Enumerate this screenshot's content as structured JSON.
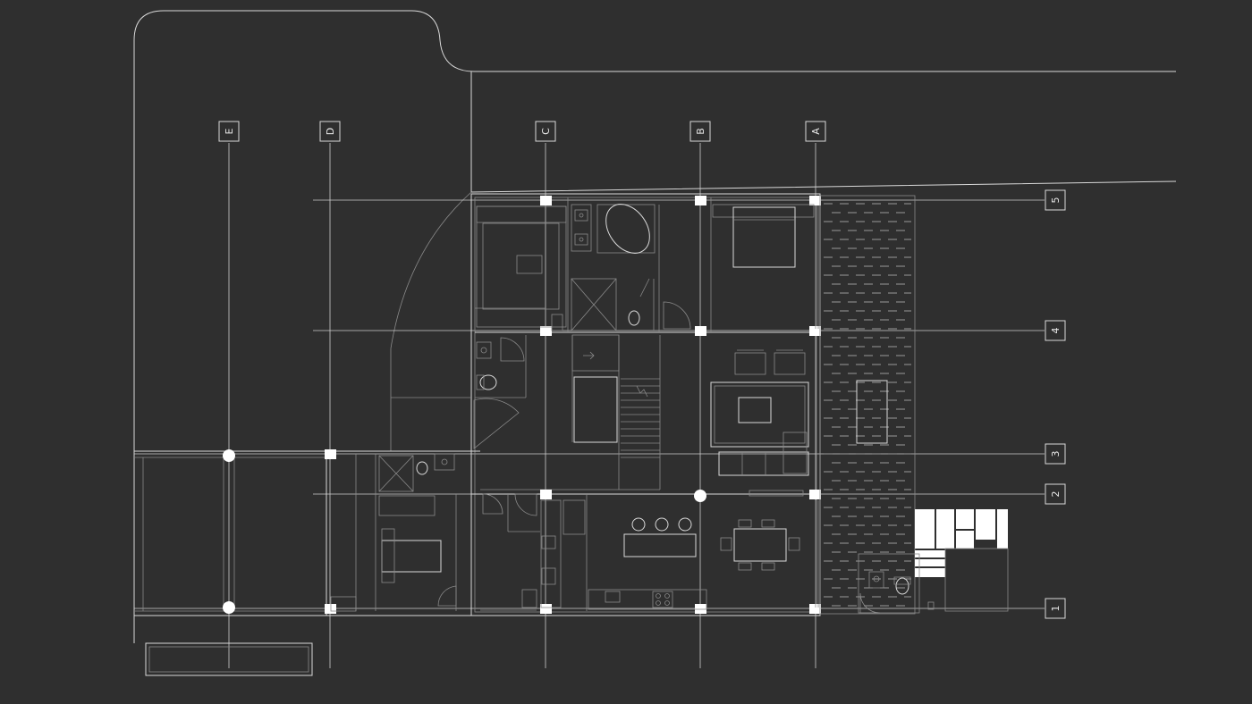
{
  "grid_labels": {
    "columns": [
      "E",
      "D",
      "C",
      "B",
      "A"
    ],
    "rows": [
      "5",
      "4",
      "3",
      "2",
      "1"
    ]
  },
  "colors": {
    "background": "#2f2f2f",
    "linework": "#d9d9d9",
    "column_markers": "#ffffff"
  }
}
